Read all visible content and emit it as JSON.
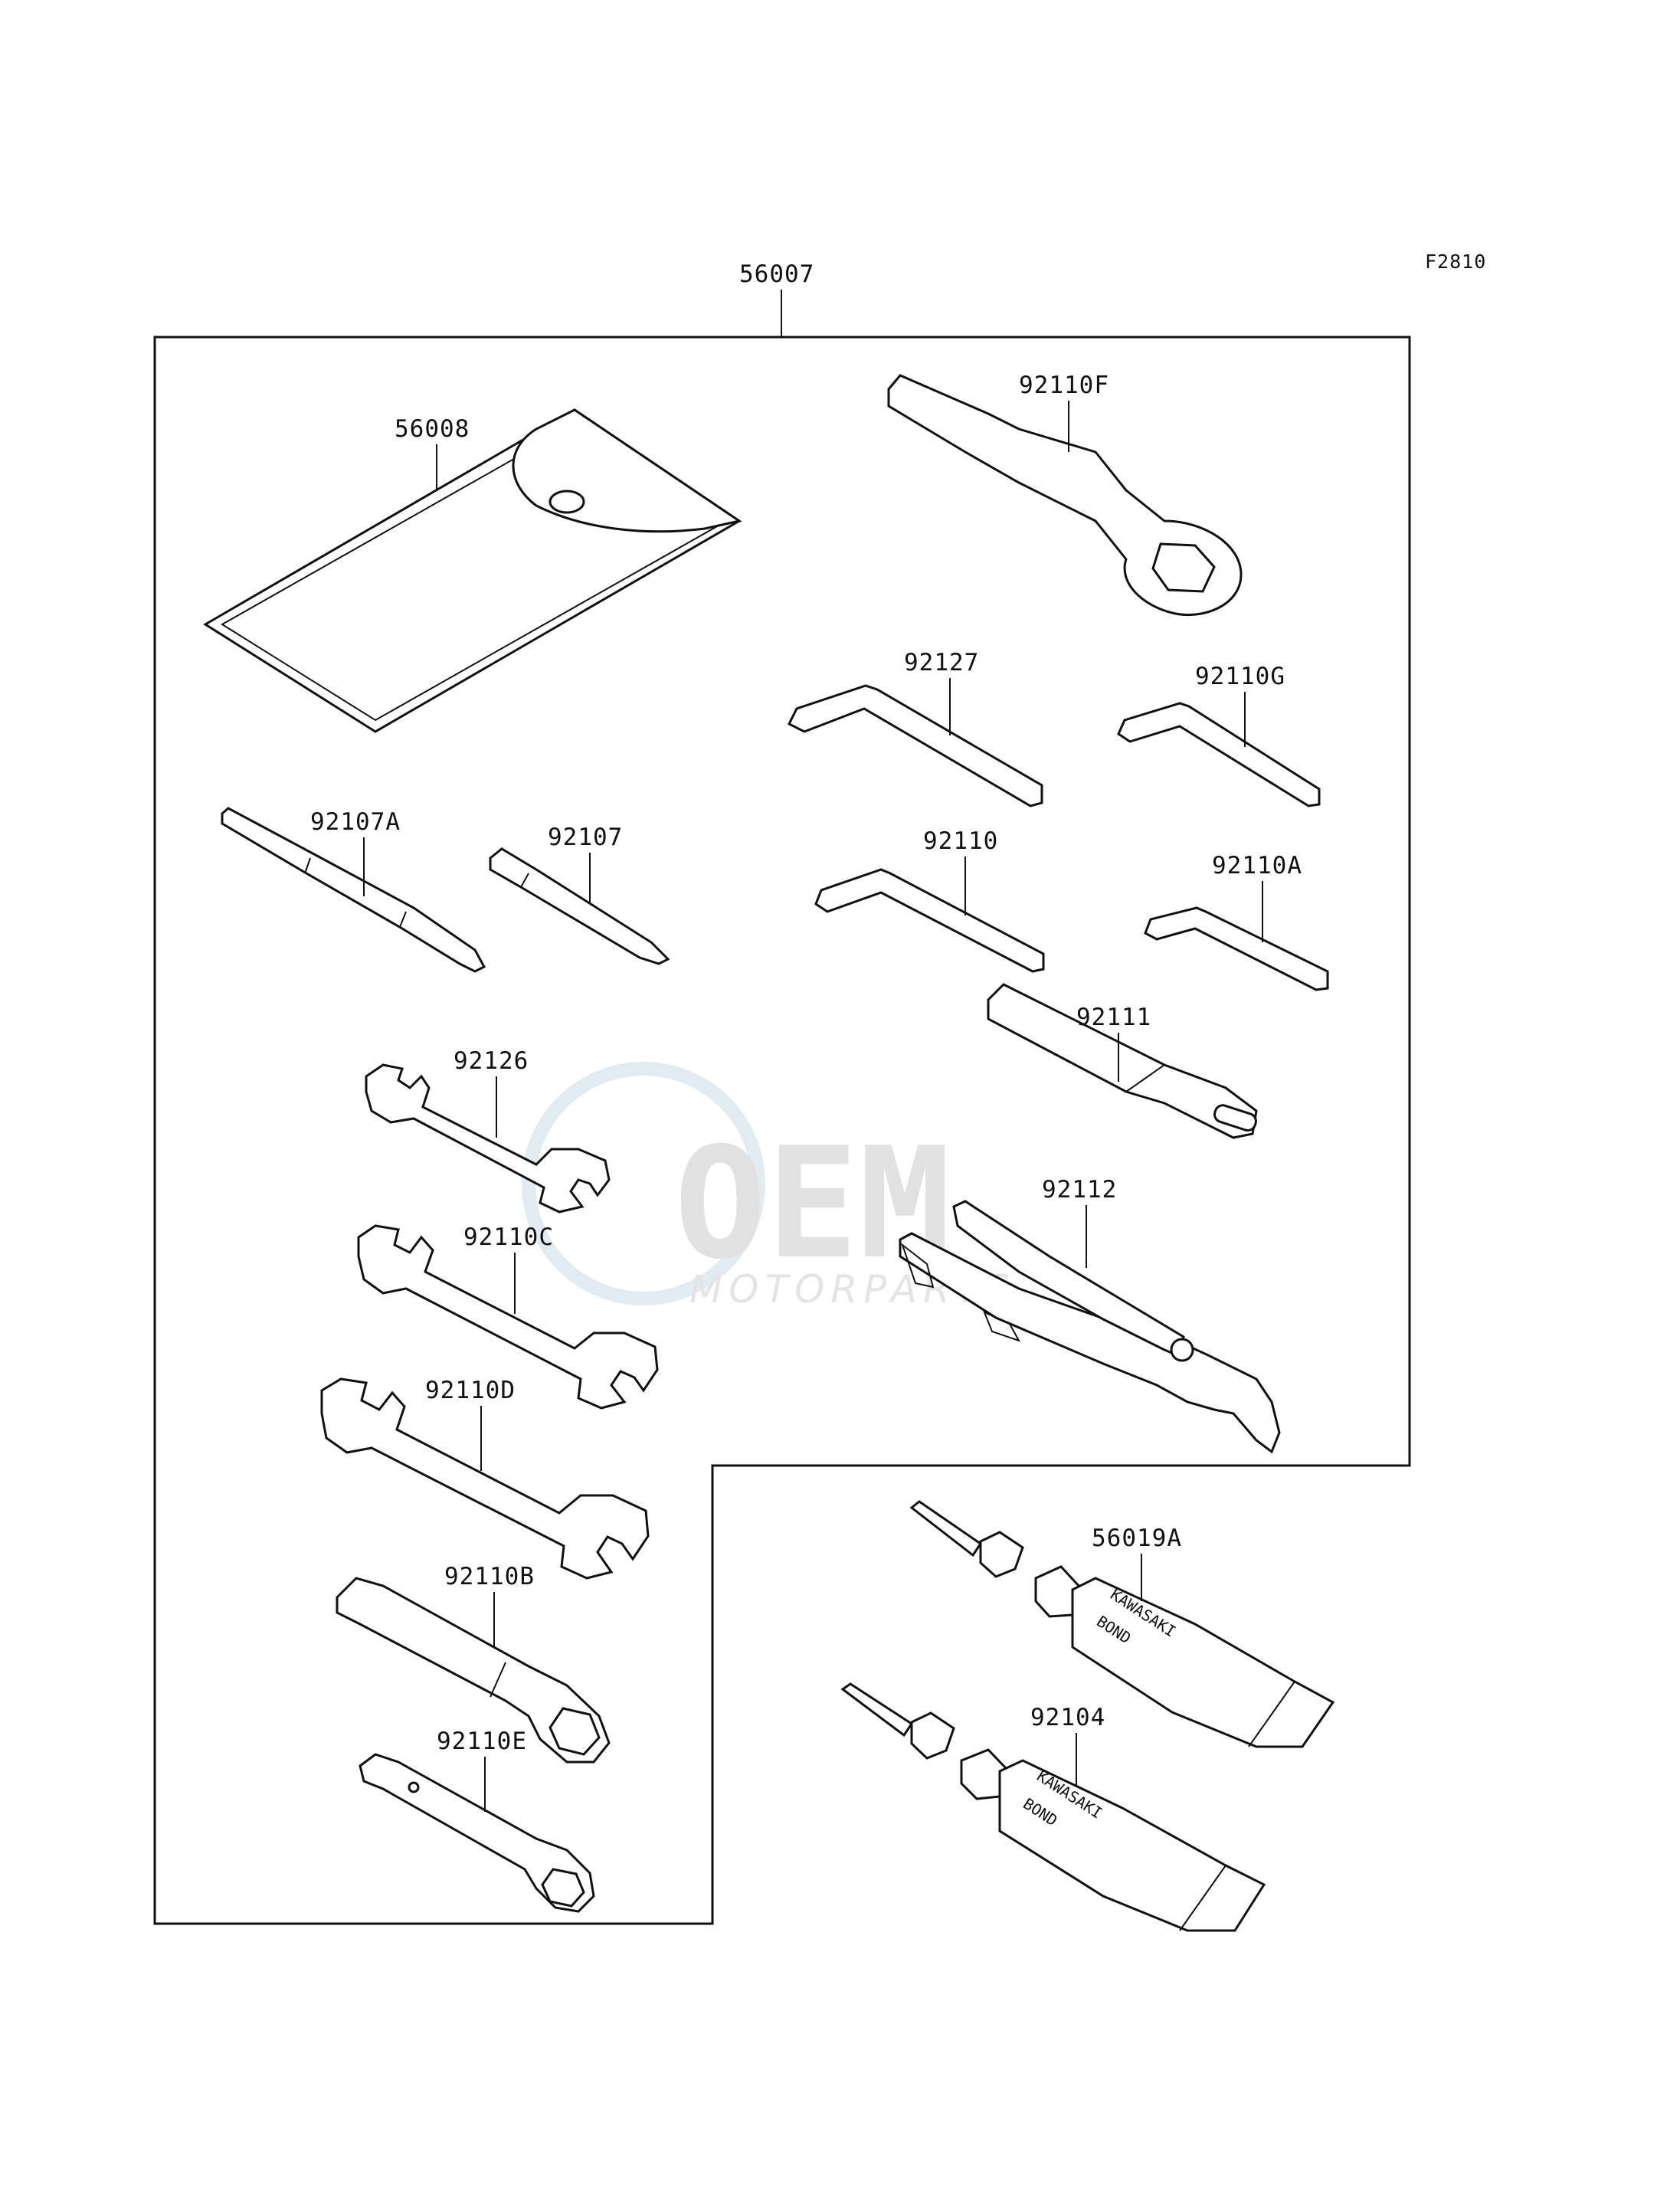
{
  "figure_id": "F2810",
  "kit_label": "56007",
  "watermark": {
    "brand": "OEM",
    "tagline": "MOTORPARTS",
    "color": "#c9c9c9"
  },
  "callouts": {
    "c56008": "56008",
    "c92110F": "92110F",
    "c92127": "92127",
    "c92110G": "92110G",
    "c92107A": "92107A",
    "c92107": "92107",
    "c92110": "92110",
    "c92110A": "92110A",
    "c92111": "92111",
    "c92126": "92126",
    "c92112": "92112",
    "c92110C": "92110C",
    "c92110D": "92110D",
    "c56019A": "56019A",
    "c92110B": "92110B",
    "c92104": "92104",
    "c92110E": "92110E"
  },
  "tube_text": {
    "brand": "KAWASAKI",
    "product": "BOND"
  },
  "line_color": "#111111"
}
